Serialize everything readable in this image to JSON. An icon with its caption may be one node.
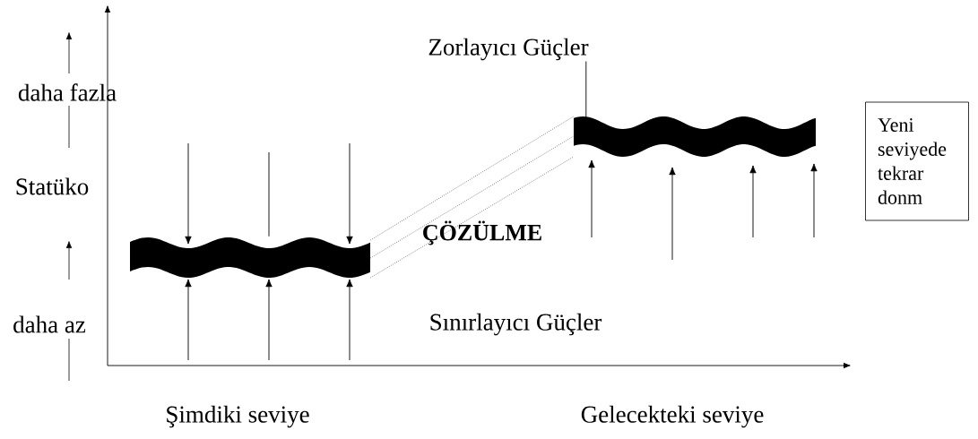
{
  "diagram": {
    "nodes": [
      {
        "text": [],
        "shape": "band"
      },
      {
        "text": [],
        "shape": "band"
      },
      {
        "text": [
          "Yeni seviyede tekrar donm"
        ]
      },
      {
        "text": [
          "Zorlayıcı Güçler"
        ]
      }
    ],
    "edges": [
      {
        "from": 0,
        "to": 1,
        "arrow": "none",
        "style": "dashed"
      },
      {
        "from": 0,
        "to": 1,
        "arrow": "none",
        "style": "dashed"
      },
      {
        "from": 0,
        "to": 1,
        "arrow": "none",
        "style": "dashed"
      },
      {
        "from": null,
        "to": 0,
        "arrow": "to"
      },
      {
        "from": null,
        "to": 0,
        "arrow": "none"
      },
      {
        "from": null,
        "to": 0,
        "arrow": "to"
      },
      {
        "from": null,
        "to": 0,
        "arrow": "to"
      },
      {
        "from": null,
        "to": 0,
        "arrow": "to"
      },
      {
        "from": null,
        "to": 0,
        "arrow": "to"
      },
      {
        "from": 3,
        "to": 1,
        "arrow": "none"
      },
      {
        "from": null,
        "to": 1,
        "arrow": "to"
      },
      {
        "from": null,
        "to": 1,
        "arrow": "to"
      },
      {
        "from": null,
        "to": 1,
        "arrow": "to"
      },
      {
        "from": null,
        "to": 1,
        "arrow": "to"
      }
    ],
    "labels": [
      "daha fazla",
      "Statüko",
      "daha az",
      "ÇÖZÜLME",
      "Sınırlayıcı Güçler",
      "Şimdiki seviye",
      "Gelecekteki seviye"
    ]
  }
}
